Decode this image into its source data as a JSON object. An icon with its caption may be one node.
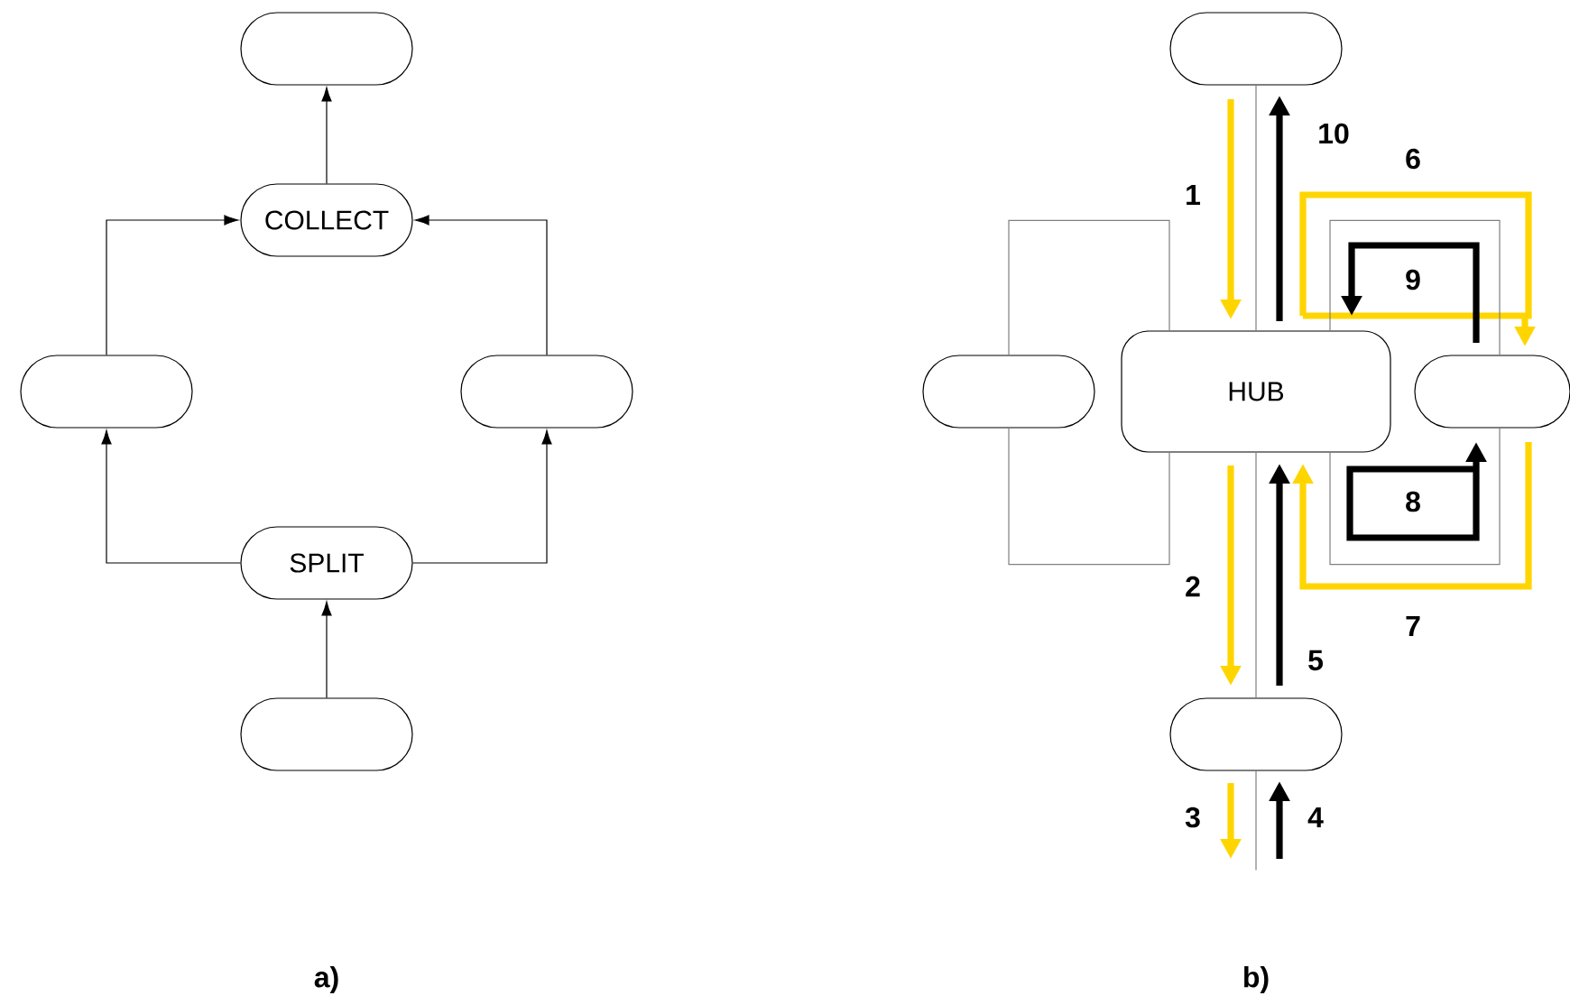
{
  "diagram": {
    "nodes": [
      {
        "text": [],
        "shape": "box"
      },
      {
        "text": [
          "COLLECT"
        ]
      },
      {
        "text": [],
        "shape": "box"
      },
      {
        "text": [],
        "shape": "box"
      },
      {
        "text": [
          "SPLIT"
        ]
      },
      {
        "text": [],
        "shape": "box"
      },
      {
        "text": [],
        "shape": "box"
      },
      {
        "text": [],
        "shape": "box"
      },
      {
        "text": [
          "HUB"
        ]
      },
      {
        "text": [],
        "shape": "box"
      },
      {
        "text": [],
        "shape": "box"
      }
    ],
    "edges": [
      {
        "from": 1,
        "to": 0,
        "arrow": "to",
        "color": "#000000"
      },
      {
        "from": 2,
        "to": 1,
        "arrow": "to",
        "color": "#000000"
      },
      {
        "from": 3,
        "to": 1,
        "arrow": "to",
        "color": "#000000"
      },
      {
        "from": 4,
        "to": 2,
        "arrow": "to",
        "color": "#000000"
      },
      {
        "from": 4,
        "to": 3,
        "arrow": "to",
        "color": "#000000"
      },
      {
        "from": 5,
        "to": 4,
        "arrow": "to",
        "color": "#000000"
      },
      {
        "from": 6,
        "to": 8,
        "arrow": "none"
      },
      {
        "from": 8,
        "to": 7,
        "arrow": "none"
      },
      {
        "from": 7,
        "to": 8,
        "arrow": "none"
      },
      {
        "from": 8,
        "to": 9,
        "arrow": "none"
      },
      {
        "from": 9,
        "to": 8,
        "arrow": "none"
      },
      {
        "from": 8,
        "to": 10,
        "arrow": "none"
      },
      {
        "from": 10,
        "to": null,
        "arrow": "none"
      }
    ],
    "labels": [
      "10",
      "6",
      "1",
      "9",
      "8",
      "2",
      "7",
      "5",
      "3",
      "4",
      "a)",
      "b)"
    ]
  }
}
